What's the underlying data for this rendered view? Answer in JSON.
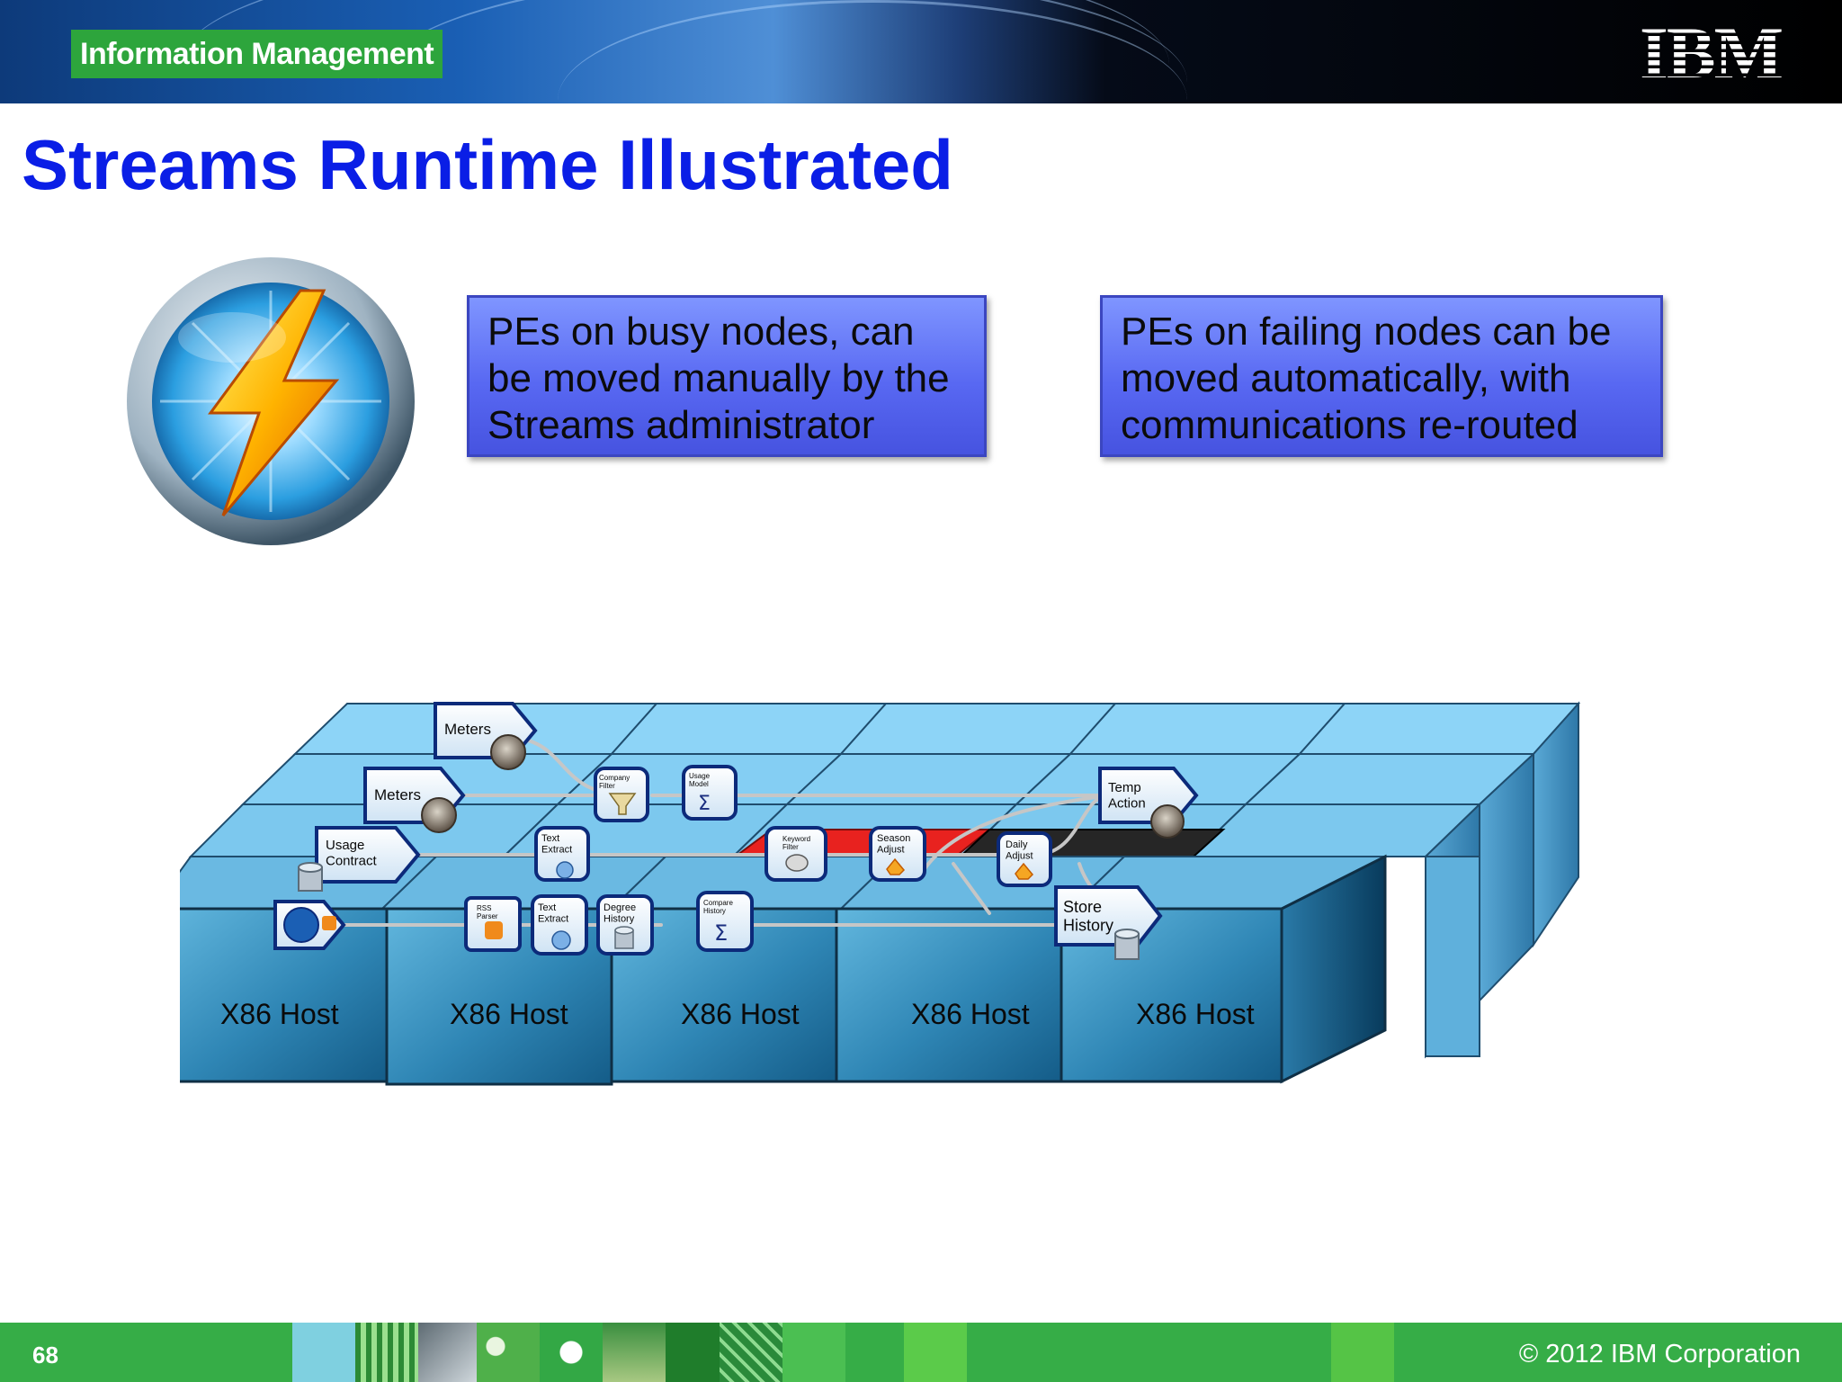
{
  "header": {
    "brand": "Information Management",
    "company_logo": "IBM"
  },
  "slide": {
    "title": "Streams Runtime Illustrated",
    "callouts": [
      {
        "lines": [
          "PEs on busy nodes, can",
          "be moved manually by the",
          "Streams administrator"
        ]
      },
      {
        "lines": [
          "PEs on failing nodes can be",
          "moved automatically, with",
          "communications re-routed"
        ]
      }
    ]
  },
  "diagram": {
    "host_label": "X86 Host",
    "hosts": [
      "X86 Host",
      "X86 Host",
      "X86 Host",
      "X86 Host",
      "X86 Host"
    ],
    "sources": [
      "Meters",
      "Meters",
      "Usage Contract"
    ],
    "operators": {
      "company_filter": "Company Filter",
      "usage_model": "Usage Model",
      "text_extract_1": "Text Extract",
      "keyword_filter": "Keyword Filter",
      "season_adjust": "Season Adjust",
      "daily_adjust": "Daily Adjust",
      "rss_parser": "RSS Parser",
      "text_extract_2": "Text Extract",
      "degree_history": "Degree History",
      "compare_history": "Compare History"
    },
    "sinks": [
      "Temp Action",
      "Store History"
    ],
    "node_states": {
      "busy": "#e8221f",
      "failed": "#262626"
    },
    "icons": [
      "lightning-orb-icon",
      "gear-cluster-icon",
      "database-icon",
      "rss-icon",
      "funnel-icon",
      "sigma-icon",
      "globe-icon",
      "satellite-icon",
      "flame-icon"
    ]
  },
  "footer": {
    "page_number": "68",
    "copyright": "© 2012 IBM Corporation"
  },
  "colors": {
    "title": "#0a1ee6",
    "callout_fill": "#5a6cf4",
    "host_fill": "#3a95c5",
    "host_top": "#8dd4f7",
    "brand_green": "#2da53c",
    "footer_green": "#36ad47"
  }
}
